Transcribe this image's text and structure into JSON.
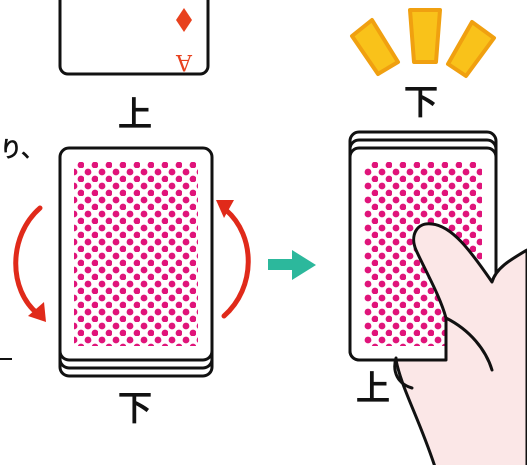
{
  "labels": {
    "top_label_left": "上",
    "bottom_label_left": "下",
    "top_label_right": "下",
    "bottom_label_right": "上",
    "edge_text_left_top": "り、"
  },
  "ace_card": {
    "rank": "A",
    "suit": "diamond"
  },
  "colors": {
    "card_back_dots": "#e0147a",
    "rotation_arrows": "#e02a1a",
    "transition_arrow": "#2cb89c",
    "burst": "#f9c21a",
    "burst_outline": "#f0a010",
    "ace_suit": "#e8411e",
    "skin": "#fbe7e7",
    "outline": "#111111"
  },
  "icons": {
    "rotation": "rotate-arrows-icon",
    "next_step": "right-arrow-icon",
    "highlight": "burst-icon"
  }
}
